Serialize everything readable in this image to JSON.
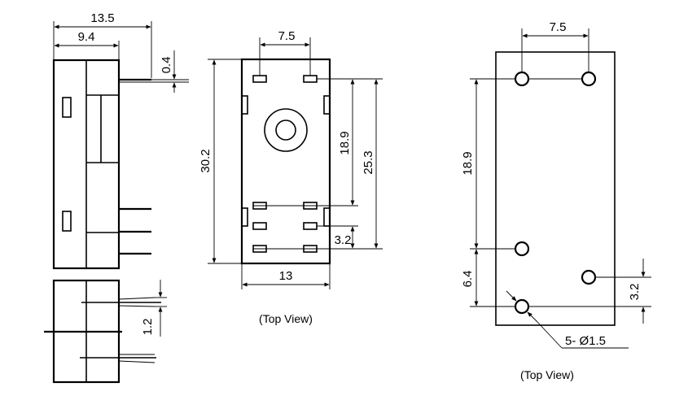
{
  "side_view": {
    "dim_overall_width": "13.5",
    "dim_body_width": "9.4",
    "dim_pin_thickness": "0.4",
    "dim_pin_gap": "1.2"
  },
  "top_view": {
    "dim_pin_spacing_top": "7.5",
    "dim_height": "30.2",
    "dim_inner_pin_span": "18.9",
    "dim_outer_pin_span": "25.3",
    "dim_small_gap": "3.2",
    "dim_width": "13",
    "caption": "(Top View)"
  },
  "pcb_view": {
    "dim_hole_spacing": "7.5",
    "dim_vertical_span": "18.9",
    "dim_lower_gap": "6.4",
    "dim_offset": "3.2",
    "hole_callout": "5- Ø1.5",
    "caption": "(Top View)"
  }
}
